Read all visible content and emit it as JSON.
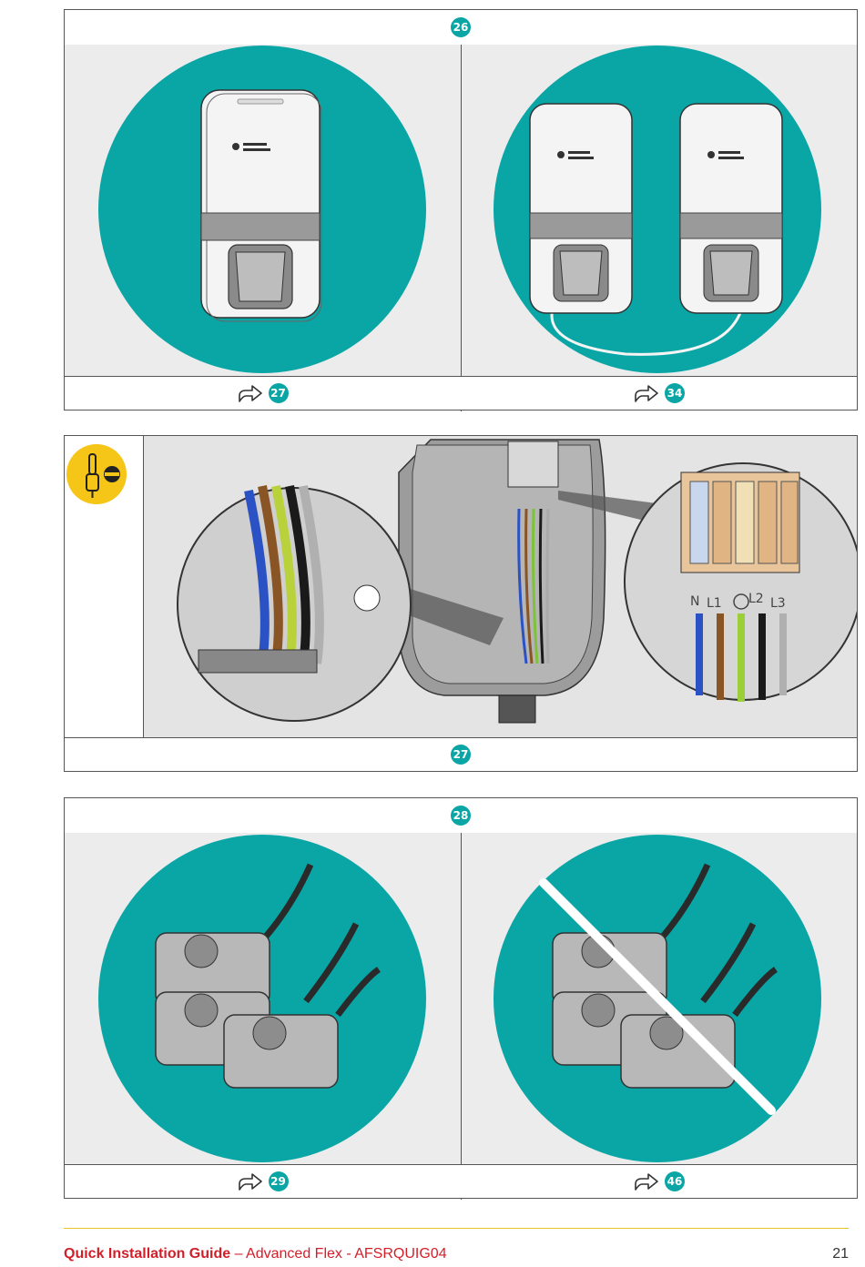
{
  "step1": {
    "badge": "26",
    "left_next": "27",
    "right_next": "34"
  },
  "step2": {
    "footer_badge": "27",
    "terminal_labels": [
      "N",
      "L1",
      "L2",
      "L3"
    ]
  },
  "step3": {
    "badge": "28",
    "left_next": "29",
    "right_next": "46"
  },
  "footer": {
    "title": "Quick Installation Guide",
    "subtitle": "– Advanced Flex - AFSRQUIG04",
    "page": "21"
  },
  "colors": {
    "teal": "#0aa5a5",
    "yellow": "#f5c518",
    "title_red": "#d11f2a",
    "footer_line": "#e8c22a"
  },
  "icons": [
    "arrow-next-icon",
    "screwdriver-icon",
    "flat-slot-icon"
  ]
}
